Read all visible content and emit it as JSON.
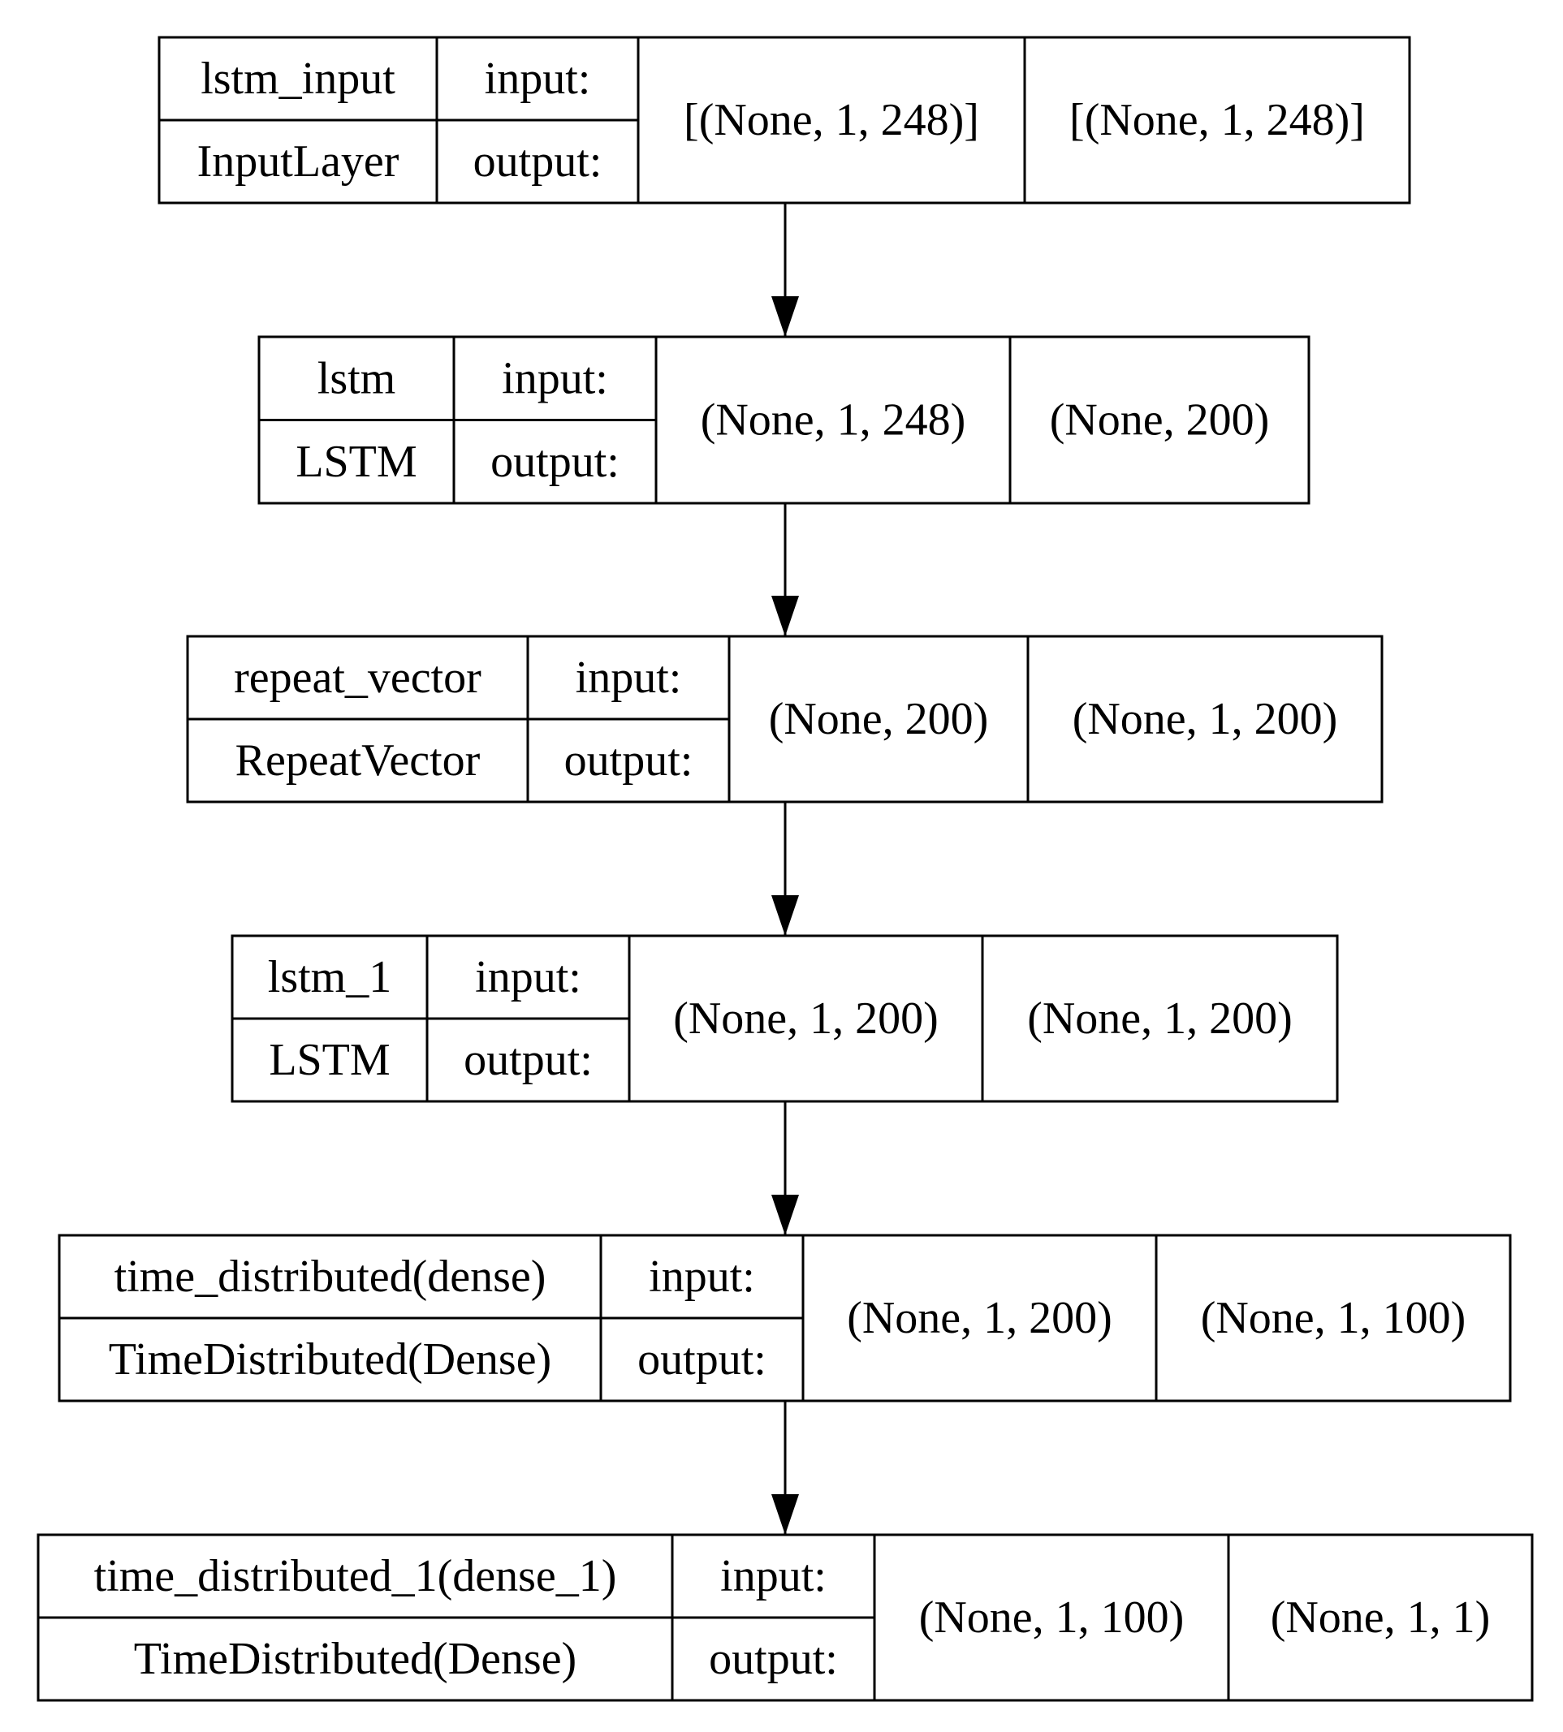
{
  "diagram": {
    "layers": [
      {
        "name": "lstm_input",
        "type": "InputLayer",
        "input_label": "input:",
        "output_label": "output:",
        "input_shape": "[(None, 1, 248)]",
        "output_shape": "[(None, 1, 248)]"
      },
      {
        "name": "lstm",
        "type": "LSTM",
        "input_label": "input:",
        "output_label": "output:",
        "input_shape": "(None, 1, 248)",
        "output_shape": "(None, 200)"
      },
      {
        "name": "repeat_vector",
        "type": "RepeatVector",
        "input_label": "input:",
        "output_label": "output:",
        "input_shape": "(None, 200)",
        "output_shape": "(None, 1, 200)"
      },
      {
        "name": "lstm_1",
        "type": "LSTM",
        "input_label": "input:",
        "output_label": "output:",
        "input_shape": "(None, 1, 200)",
        "output_shape": "(None, 1, 200)"
      },
      {
        "name": "time_distributed(dense)",
        "type": "TimeDistributed(Dense)",
        "input_label": "input:",
        "output_label": "output:",
        "input_shape": "(None, 1, 200)",
        "output_shape": "(None, 1, 100)"
      },
      {
        "name": "time_distributed_1(dense_1)",
        "type": "TimeDistributed(Dense)",
        "input_label": "input:",
        "output_label": "output:",
        "input_shape": "(None, 1, 100)",
        "output_shape": "(None, 1, 1)"
      }
    ],
    "edges": [
      {
        "from": "lstm_input",
        "to": "lstm"
      },
      {
        "from": "lstm",
        "to": "repeat_vector"
      },
      {
        "from": "repeat_vector",
        "to": "lstm_1"
      },
      {
        "from": "lstm_1",
        "to": "time_distributed(dense)"
      },
      {
        "from": "time_distributed(dense)",
        "to": "time_distributed_1(dense_1)"
      }
    ]
  }
}
